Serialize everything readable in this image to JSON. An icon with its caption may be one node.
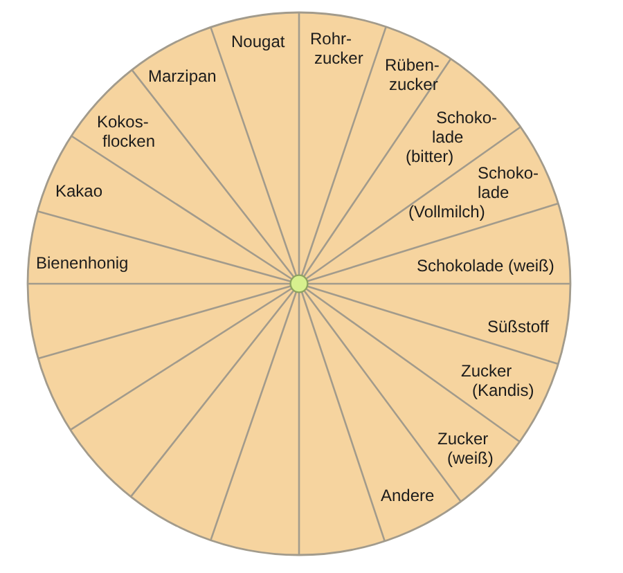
{
  "diagram": {
    "nodes": [
      {
        "text": [
          "Bienenhonig",
          "Kakao",
          "Kokos- flocken",
          "Marzipan",
          "Nougat",
          "Rohr- zucker",
          "Rüben- zucker",
          "Schoko- lade (bitter)",
          "Schoko- lade (Vollmilch)",
          "Schokolade (weiß)",
          "Süßstoff",
          "Zucker (Kandis)",
          "Zucker (weiß)",
          "Andere"
        ]
      }
    ]
  }
}
